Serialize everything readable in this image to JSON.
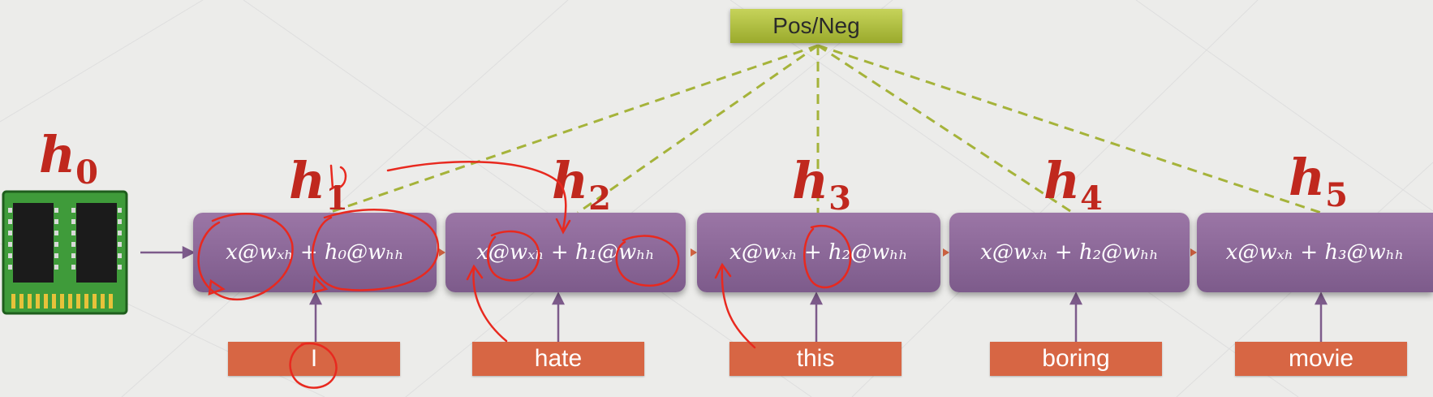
{
  "output_label": "Pos/Neg",
  "initial_state": "h",
  "initial_state_sub": "0",
  "cells": [
    {
      "h": "h",
      "h_sub": "1",
      "formula": "x@wₓₕ + h₀@wₕₕ"
    },
    {
      "h": "h",
      "h_sub": "2",
      "formula": "x@wₓₕ + h₁@wₕₕ"
    },
    {
      "h": "h",
      "h_sub": "3",
      "formula": "x@wₓₕ + h₂@wₕₕ"
    },
    {
      "h": "h",
      "h_sub": "4",
      "formula": "x@wₓₕ + h₂@wₕₕ"
    },
    {
      "h": "h",
      "h_sub": "5",
      "formula": "x@wₓₕ + h₃@wₕₕ"
    }
  ],
  "words": [
    "I",
    "hate",
    "this",
    "boring",
    "movie"
  ],
  "colors": {
    "cell": "#8a679a",
    "word": "#d76644",
    "output": "#b3c247",
    "dashed": "#a5b33a",
    "label": "#c0281e",
    "annotation": "#e8291f"
  },
  "icon": "memory-chip-icon"
}
